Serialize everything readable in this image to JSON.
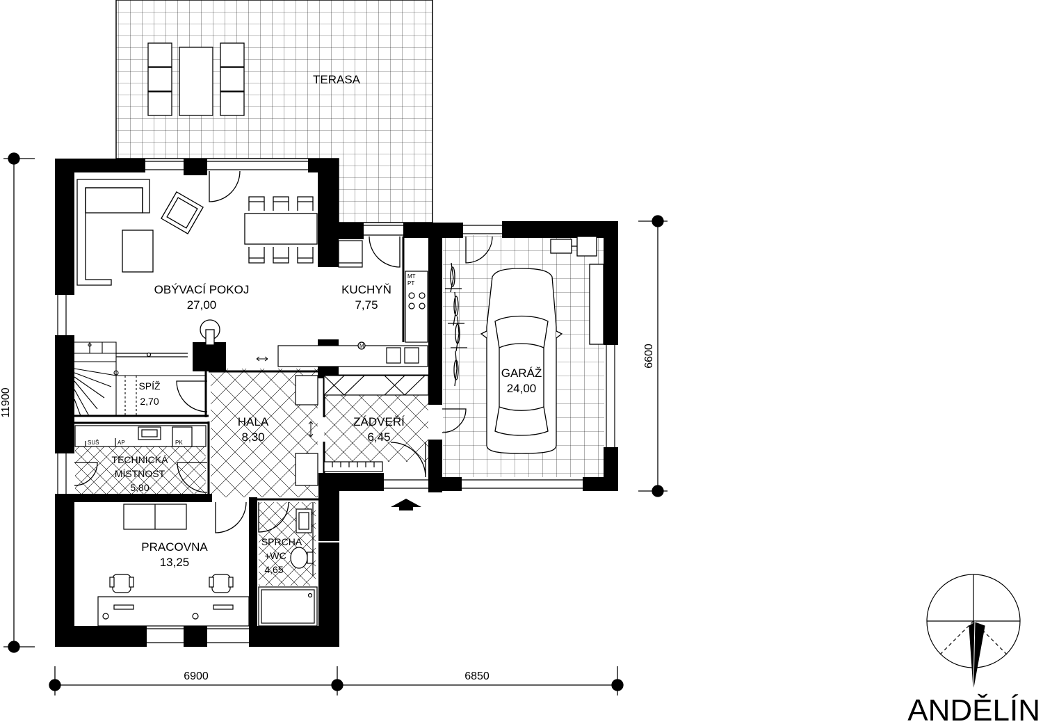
{
  "project": {
    "name": "ANDĚLÍN"
  },
  "rooms": {
    "terasa": {
      "name": "TERASA"
    },
    "obyvaci": {
      "name": "OBÝVACÍ POKOJ",
      "area": "27,00"
    },
    "kuchyn": {
      "name": "KUCHYŇ",
      "area": "7,75"
    },
    "garaz": {
      "name": "GARÁŽ",
      "area": "24,00"
    },
    "spiz": {
      "name": "SPÍŽ",
      "area": "2,70"
    },
    "hala": {
      "name": "HALA",
      "area": "8,30"
    },
    "zadveri": {
      "name": "ZÁDVEŘÍ",
      "area": "6,45"
    },
    "technicka": {
      "name_line1": "TECHNICKÁ",
      "name_line2": "MÍSTNOST",
      "area": "5,80"
    },
    "pracovna": {
      "name": "PRACOVNA",
      "area": "13,25"
    },
    "sprcha": {
      "name_line1": "SPRCHA",
      "name_line2": "+WC",
      "area": "4,65"
    }
  },
  "equipment_labels": {
    "mt": "MT",
    "pt": "PT",
    "sus": "SUŠ",
    "ap": "AP",
    "pk": "PK",
    "meter": "M"
  },
  "dimensions": {
    "bottom_left": "6900",
    "bottom_right": "6850",
    "left_total": "11900",
    "right_garage": "6600"
  },
  "colors": {
    "wall": "#000000",
    "line": "#000000",
    "background": "#ffffff"
  }
}
